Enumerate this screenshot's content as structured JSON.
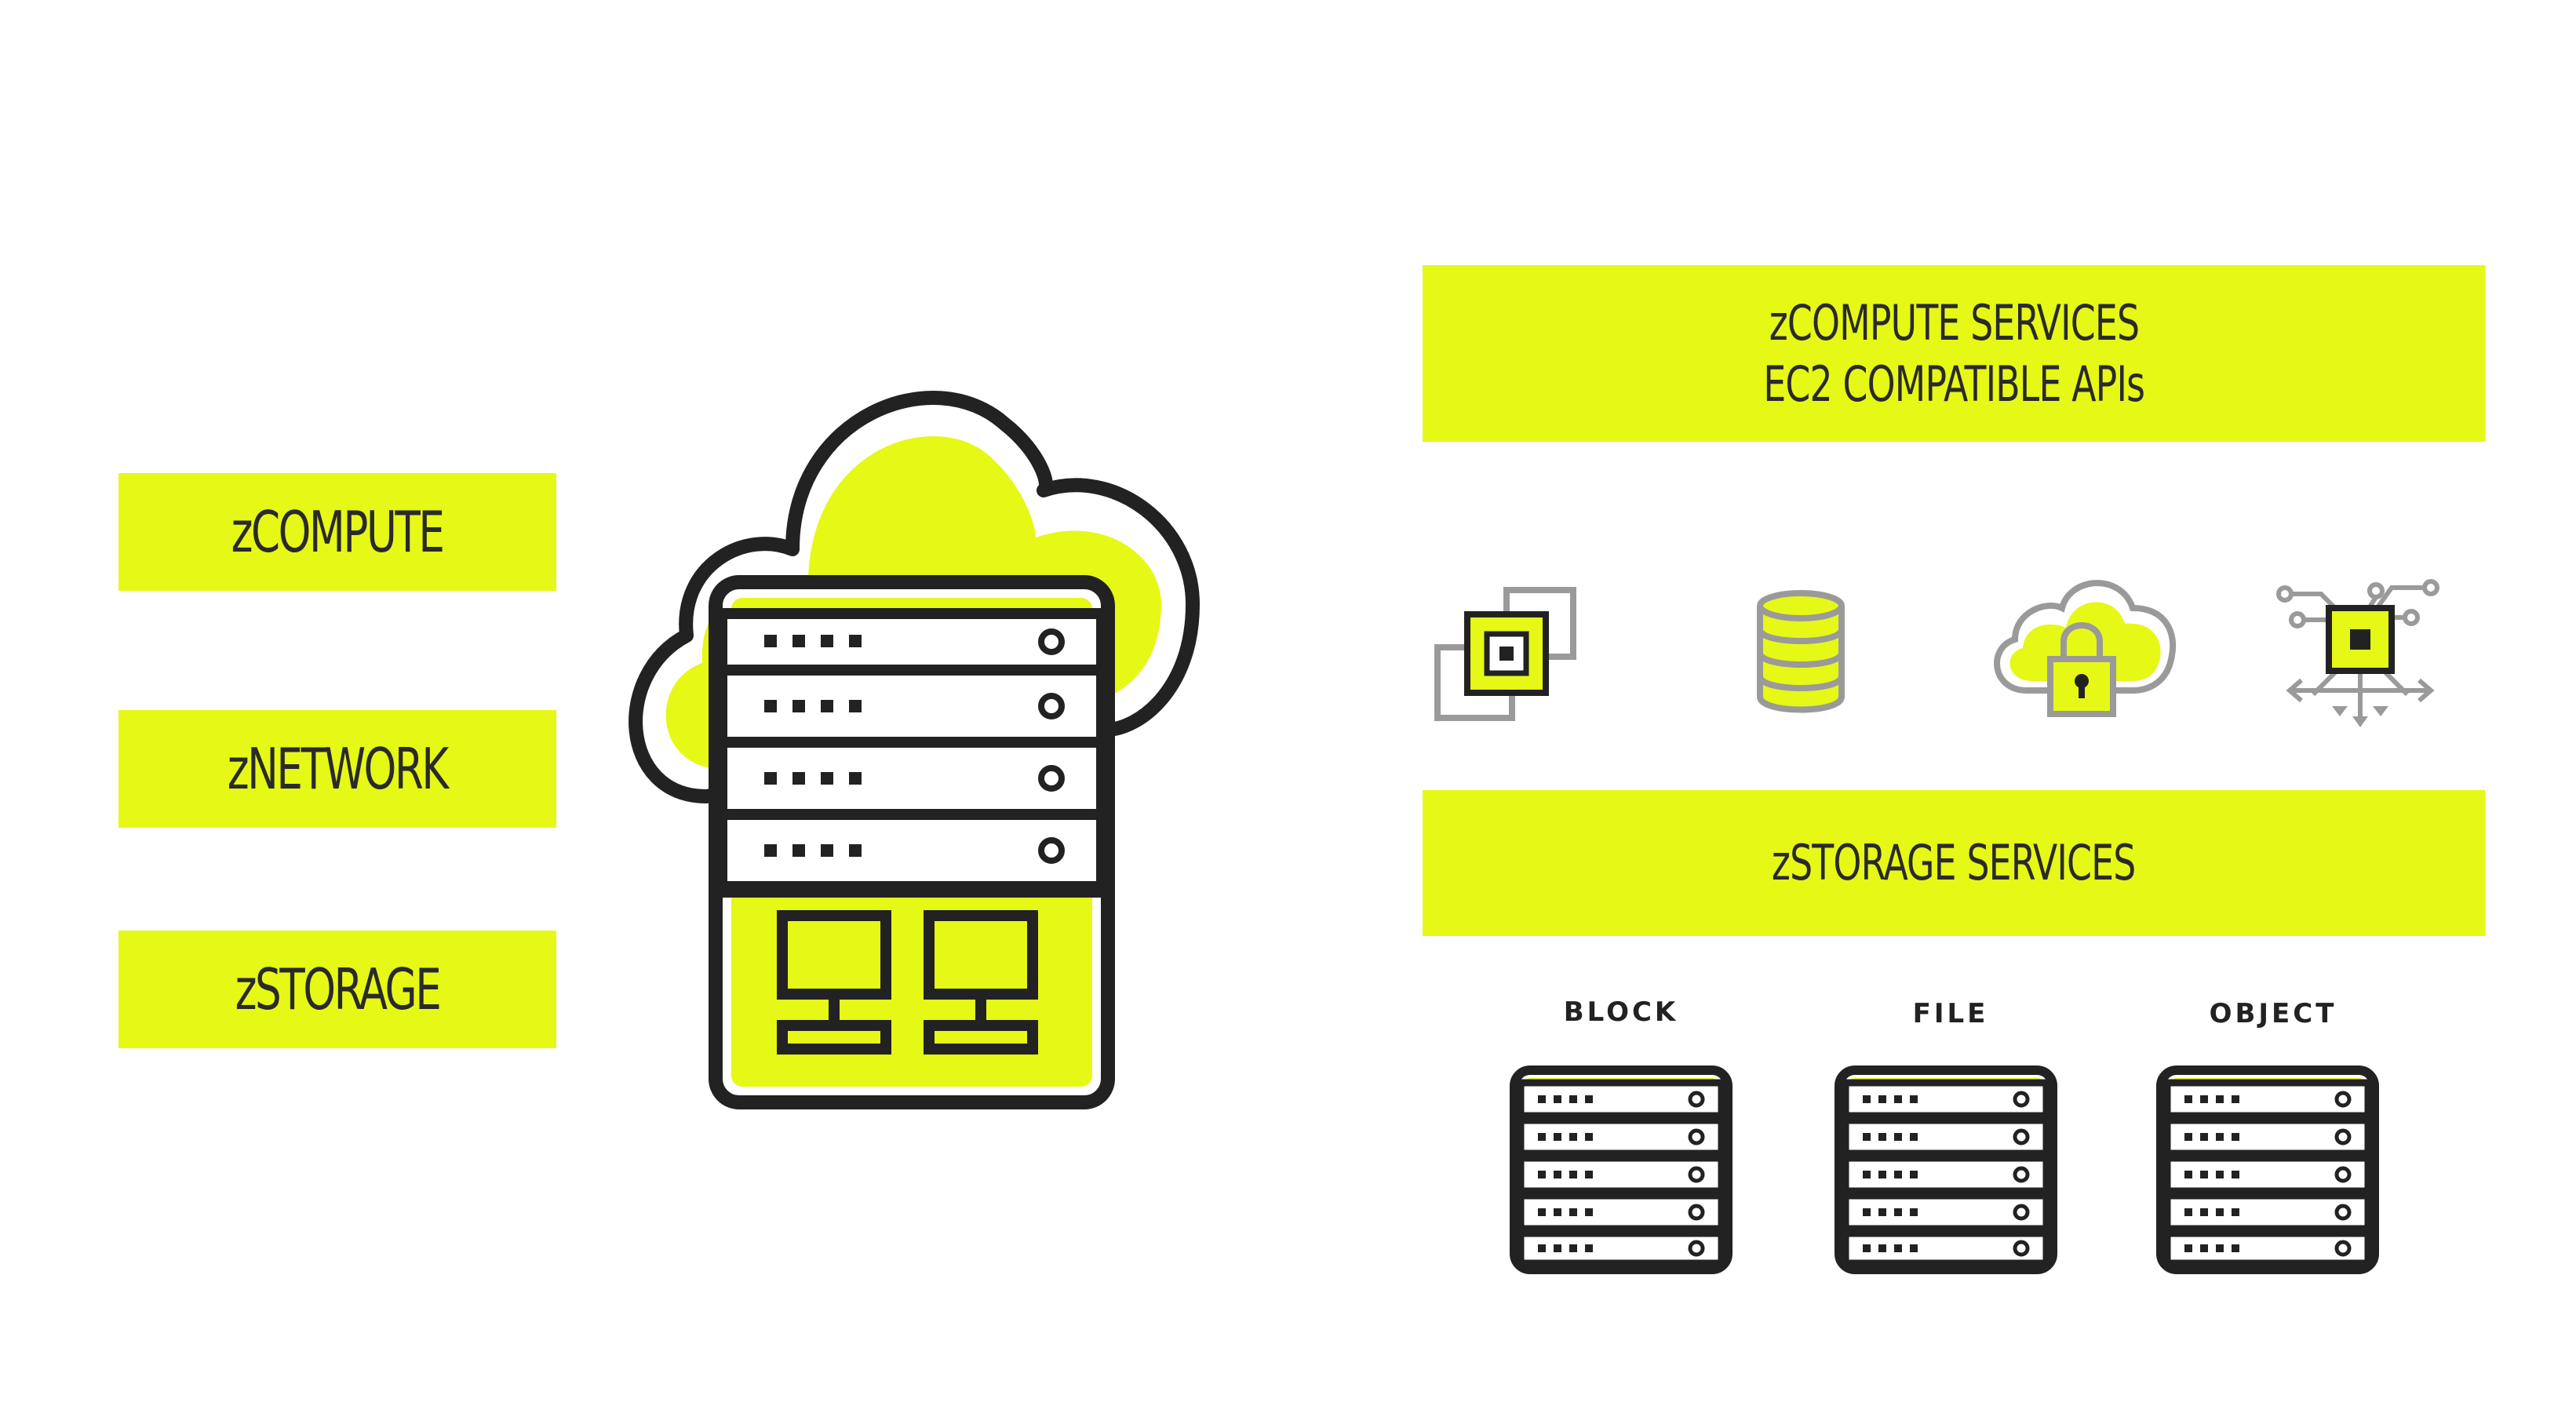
{
  "colors": {
    "accent": "#e6f816",
    "outline": "#222222",
    "icon_gray": "#9a9a9a"
  },
  "left_labels": [
    "zCOMPUTE",
    "zNETWORK",
    "zSTORAGE"
  ],
  "compute_banner": {
    "line1": "zCOMPUTE SERVICES",
    "line2": "EC2 COMPATIBLE APIs"
  },
  "service_icons": [
    "cpu-chips-icon",
    "database-icon",
    "cloud-lock-icon",
    "circuit-chip-icon"
  ],
  "storage_banner": {
    "label": "zSTORAGE SERVICES"
  },
  "storage_types": [
    "BLOCK",
    "FILE",
    "OBJECT"
  ]
}
